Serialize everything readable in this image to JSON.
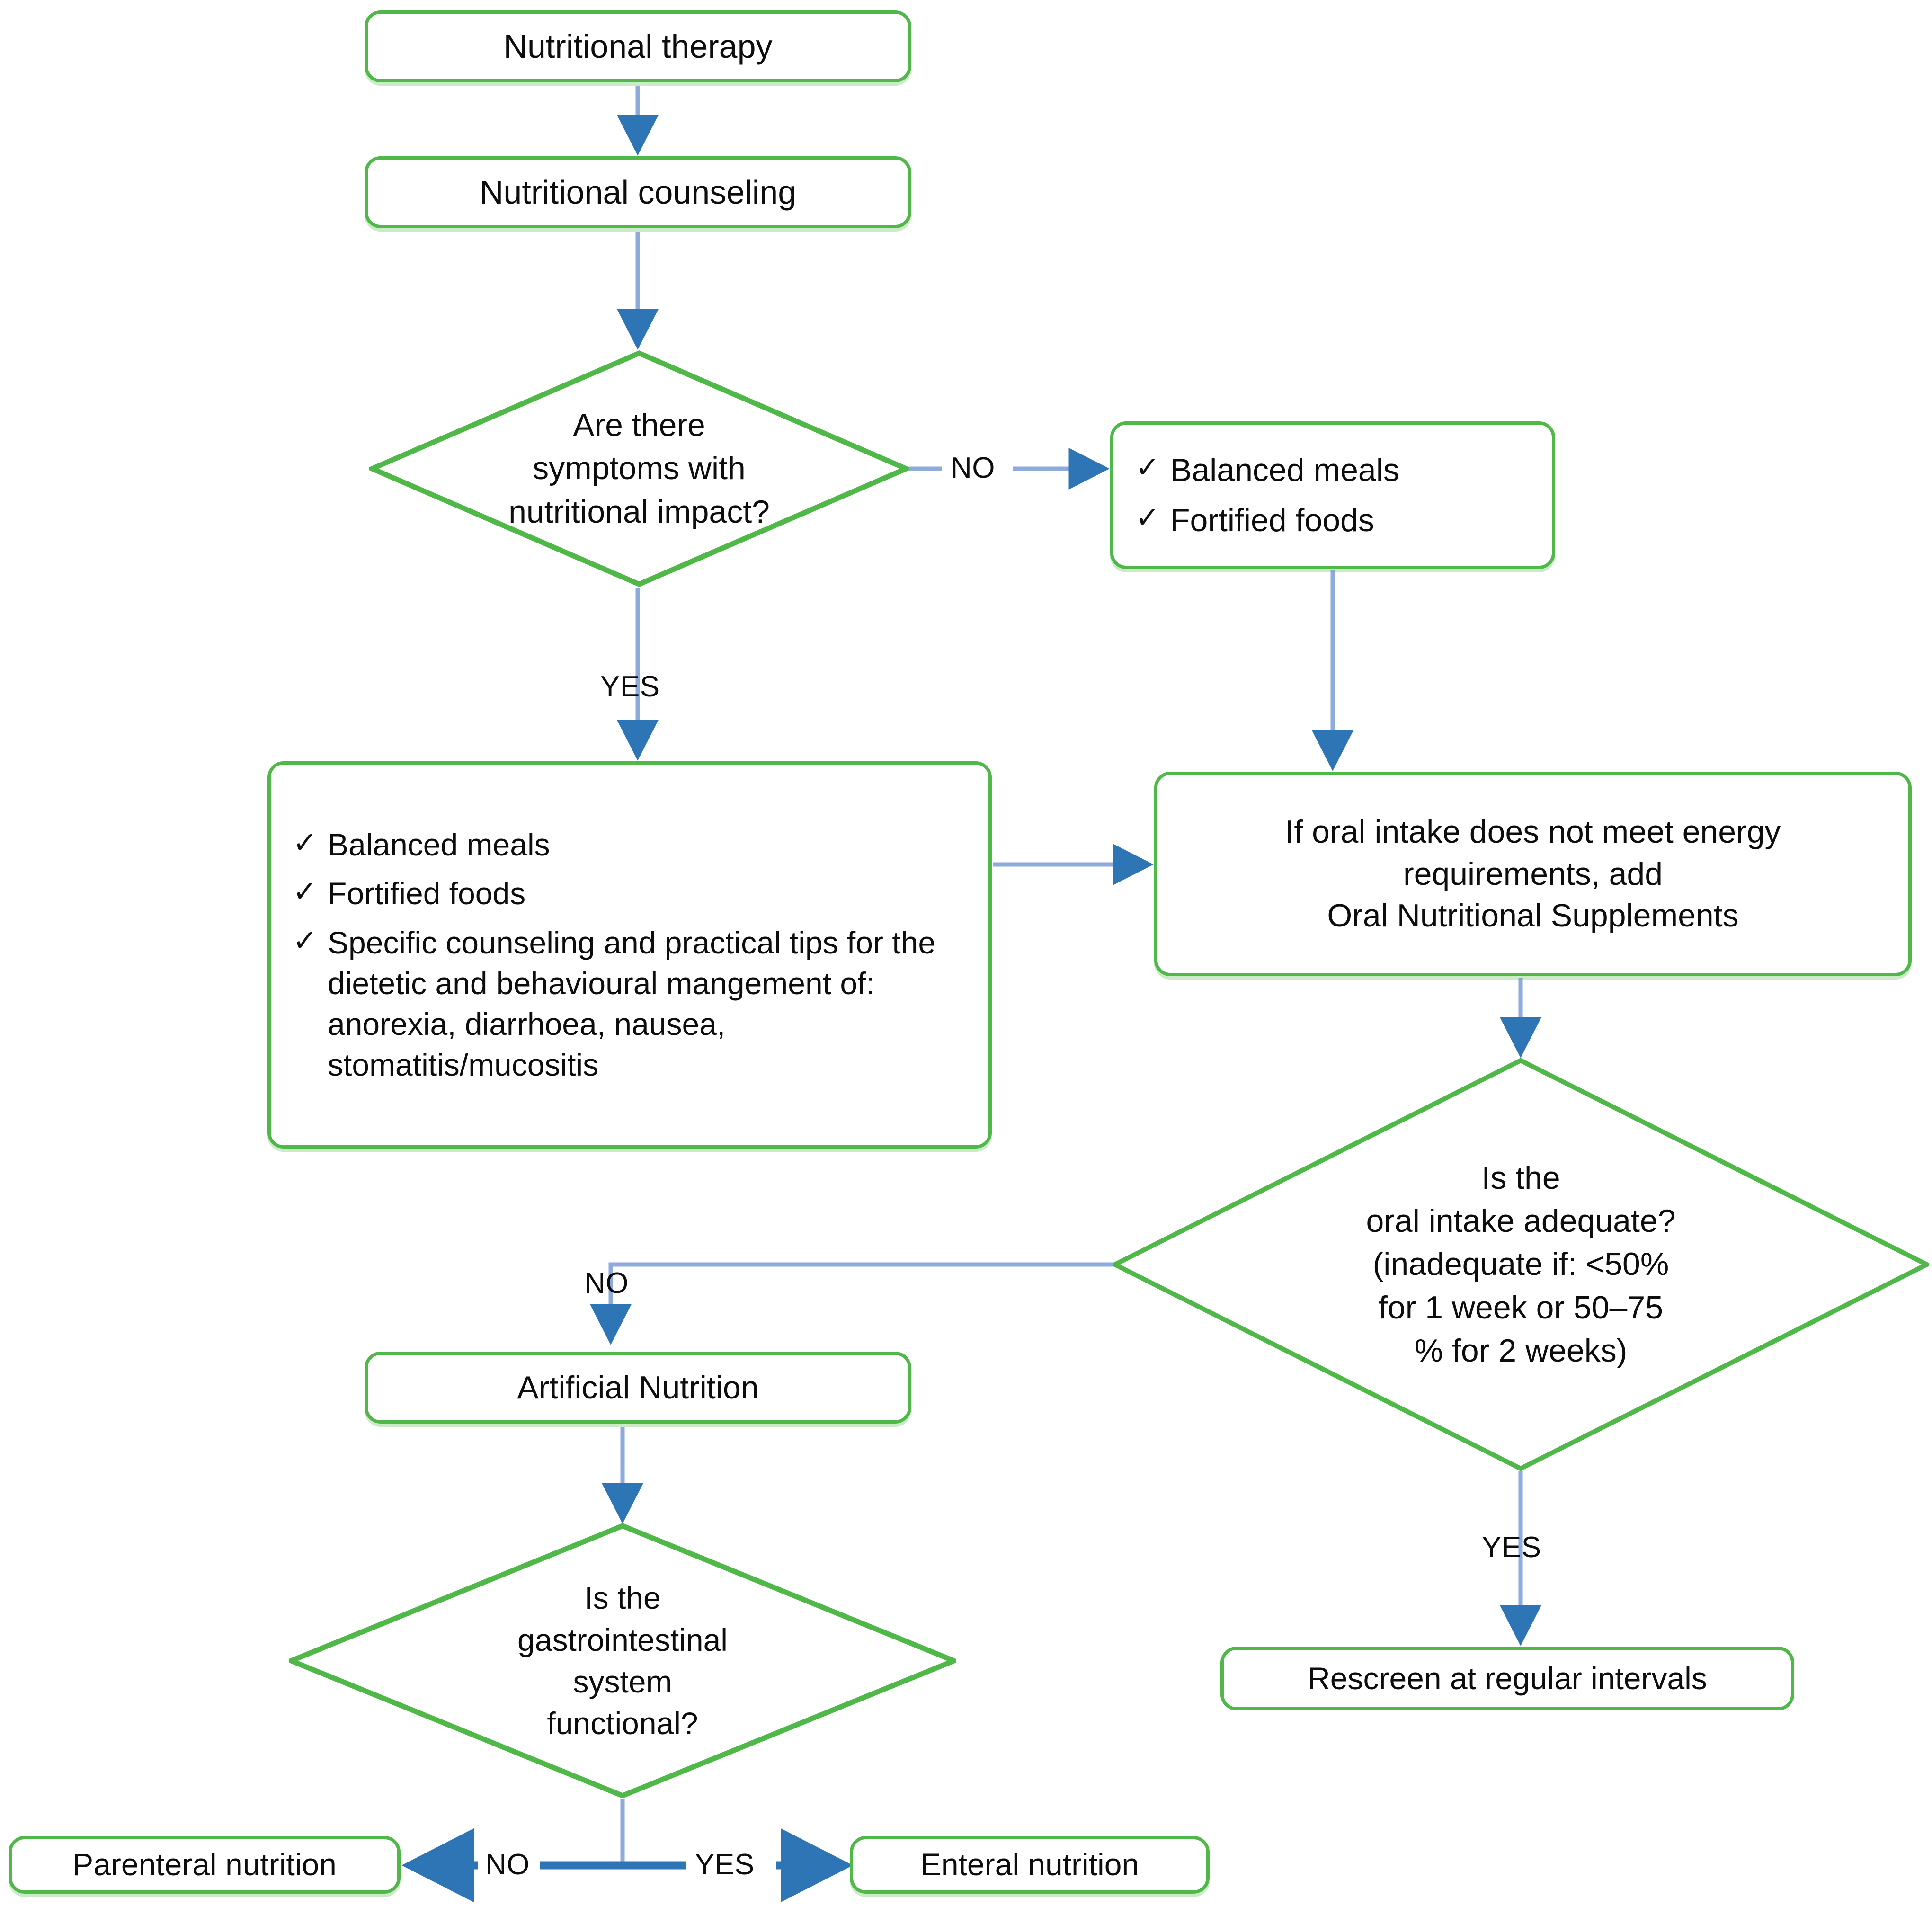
{
  "theme": {
    "node_border": "#50b848",
    "node_fill": "#ffffff",
    "connector": "#8faadc",
    "connector_strong": "#2e75b6",
    "text": "#0d0d0d"
  },
  "diagram": {
    "title": "Nutritional therapy algorithm",
    "type": "flowchart"
  },
  "nodes": {
    "therapy": {
      "label": "Nutritional therapy"
    },
    "counseling": {
      "label": "Nutritional counseling"
    },
    "symptoms_decision": {
      "lines": [
        "Are there",
        "symptoms with",
        "nutritional impact?"
      ]
    },
    "right_checklist": {
      "items": [
        "Balanced meals",
        "Fortified foods"
      ],
      "check_glyph": "✓"
    },
    "left_big_checklist": {
      "items": [
        "Balanced meals",
        "Fortified foods",
        "Specific counseling and practical tips for the dietetic and behavioural mangement of: anorexia, diarrhoea, nausea, stomatitis/mucositis"
      ],
      "check_glyph": "✓"
    },
    "oral_supplements": {
      "lines": [
        "If oral intake does not meet energy",
        "requirements, add",
        "Oral Nutritional Supplements"
      ]
    },
    "oral_intake_decision": {
      "lines": [
        "Is the",
        "oral intake adequate?",
        "(inadequate  if: <50%",
        "for 1 week or 50–75",
        "% for 2 weeks)"
      ]
    },
    "rescreen": {
      "label": "Rescreen at regular intervals"
    },
    "artificial_nutrition": {
      "label": "Artificial Nutrition"
    },
    "gi_decision": {
      "lines": [
        "Is the",
        "gastrointestinal",
        "system",
        "functional?"
      ]
    },
    "parenteral": {
      "label": "Parenteral nutrition"
    },
    "enteral": {
      "label": "Enteral nutrition"
    }
  },
  "edge_labels": {
    "symptoms_no": "NO",
    "symptoms_yes": "YES",
    "oral_intake_no": "NO",
    "oral_intake_yes": "YES",
    "gi_no": "NO",
    "gi_yes": "YES"
  }
}
